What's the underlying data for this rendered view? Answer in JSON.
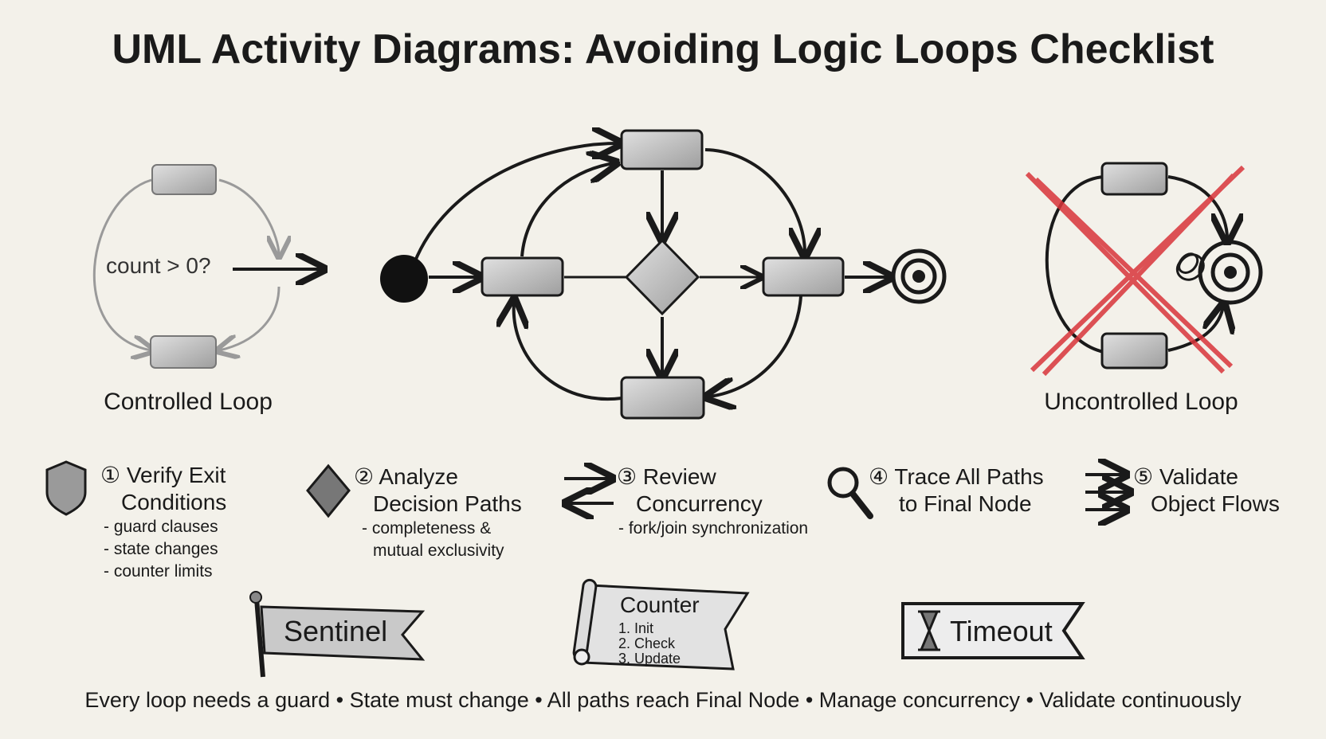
{
  "title": "UML Activity Diagrams: Avoiding Logic Loops Checklist",
  "controlled_loop": {
    "guard": "count > 0?",
    "label": "Controlled Loop"
  },
  "uncontrolled_loop": {
    "label": "Uncontrolled Loop"
  },
  "checklist": [
    {
      "number": "①",
      "heading": [
        "Verify Exit",
        "Conditions"
      ],
      "details": [
        "- guard clauses",
        "- state changes",
        "- counter limits"
      ],
      "icon": "shield-icon"
    },
    {
      "number": "②",
      "heading": [
        "Analyze",
        "Decision Paths"
      ],
      "details": [
        "- completeness &",
        "mutual exclusivity"
      ],
      "icon": "diamond-icon"
    },
    {
      "number": "③",
      "heading": [
        "Review",
        "Concurrency"
      ],
      "details": [
        "- fork/join synchronization"
      ],
      "icon": "bidirectional-arrows-icon"
    },
    {
      "number": "④",
      "heading": [
        "Trace All Paths",
        "to Final Node"
      ],
      "details": [],
      "icon": "magnifier-icon"
    },
    {
      "number": "⑤",
      "heading": [
        "Validate",
        "Object Flows"
      ],
      "details": [],
      "icon": "flow-arrows-icon"
    }
  ],
  "banners": {
    "sentinel": "Sentinel",
    "counter": {
      "title": "Counter",
      "steps": [
        "1. Init",
        "2. Check",
        "3. Update"
      ]
    },
    "timeout": "Timeout"
  },
  "footer": "Every loop needs a guard • State must change • All paths reach Final Node • Manage concurrency • Validate continuously",
  "colors": {
    "ink": "#1a1a1a",
    "paper": "#f3f1ea",
    "box": "#bdbdbd",
    "cross": "#d9343a",
    "grey_arrow": "#9a9a9a"
  }
}
